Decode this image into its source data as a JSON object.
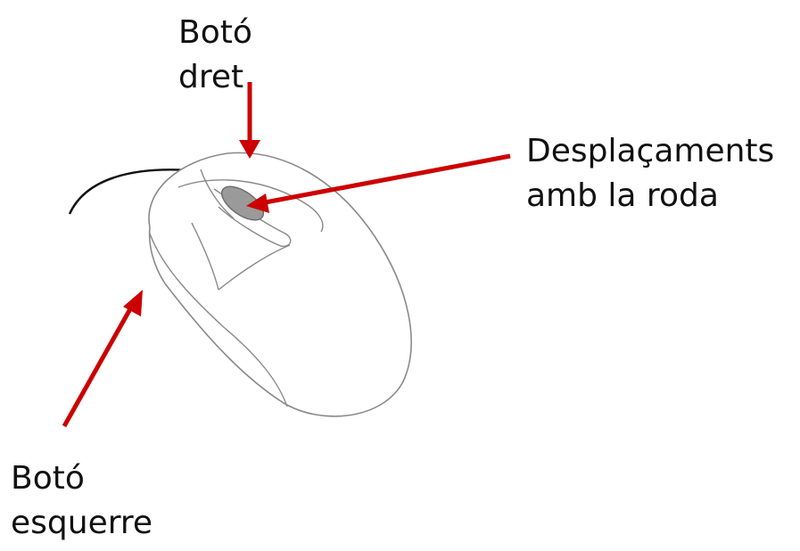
{
  "labels": {
    "right_button": [
      "Botó",
      "dret"
    ],
    "scroll_wheel": [
      "Desplaçaments",
      "amb la roda"
    ],
    "left_button": [
      "Botó",
      "esquerre"
    ]
  },
  "colors": {
    "arrow": "#cc0000",
    "outline": "#8a8a8a",
    "cable": "#111111",
    "wheel_fill": "#9a9a9a",
    "text": "#111111"
  },
  "icons": {
    "subject": "computer-mouse-icon"
  }
}
